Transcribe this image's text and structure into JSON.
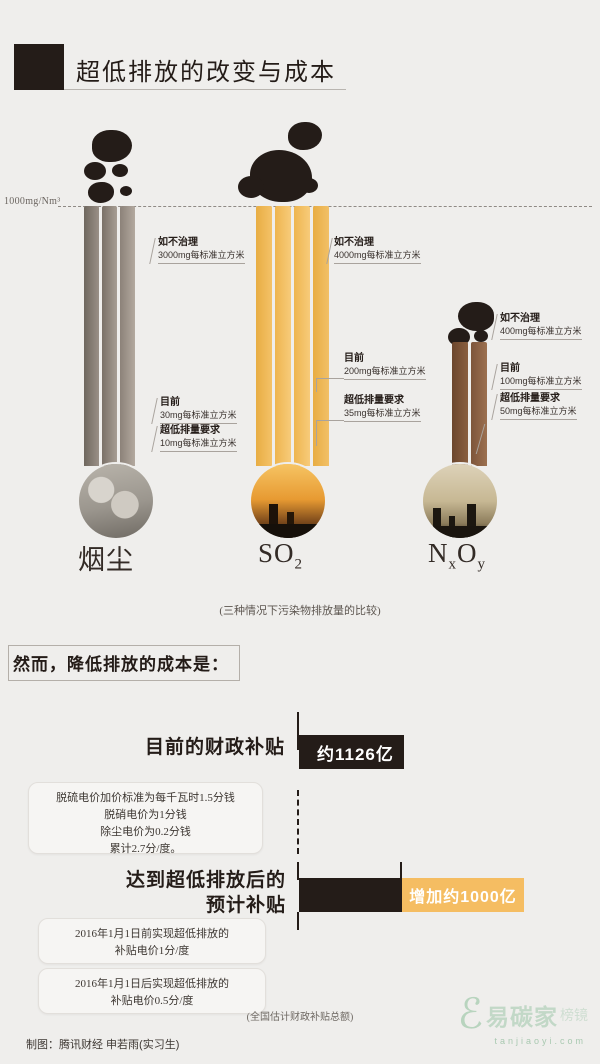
{
  "header": {
    "title": "超低排放的改变与成本"
  },
  "chart_data": {
    "type": "bar",
    "title": "三种情况下污染物排放量的比较",
    "axis_label": "1000mg/Nm³",
    "axis_value": 1000,
    "unit": "mg每标准立方米",
    "categories": [
      "烟尘",
      "SO2",
      "NxOy"
    ],
    "series": [
      {
        "name": "如不治理",
        "values": [
          3000,
          4000,
          400
        ]
      },
      {
        "name": "目前",
        "values": [
          30,
          200,
          100
        ]
      },
      {
        "name": "超低排量要求",
        "values": [
          10,
          35,
          50
        ]
      }
    ],
    "caption": "(三种情况下污染物排放量的比较)",
    "legend_position": "inline-annotations",
    "grid": false
  },
  "pollutants": [
    {
      "name": "烟尘",
      "name_sub": "",
      "untreated_label": "如不治理",
      "untreated_value": "3000mg每标准立方米",
      "current_label": "目前",
      "current_value": "30mg每标准立方米",
      "ultralow_label": "超低排量要求",
      "ultralow_value": "10mg每标准立方米",
      "color": "#8a8076",
      "photo": "smoke-dust-photo"
    },
    {
      "name": "SO",
      "name_sub": "2",
      "untreated_label": "如不治理",
      "untreated_value": "4000mg每标准立方米",
      "current_label": "目前",
      "current_value": "200mg每标准立方米",
      "ultralow_label": "超低排量要求",
      "ultralow_value": "35mg每标准立方米",
      "color": "#f0b955",
      "photo": "so2-chimney-photo"
    },
    {
      "name": "NxOy",
      "name_sub": "",
      "untreated_label": "如不治理",
      "untreated_value": "400mg每标准立方米",
      "current_label": "目前",
      "current_value": "100mg每标准立方米",
      "ultralow_label": "超低排量要求",
      "ultralow_value": "50mg每标准立方米",
      "color": "#7b5338",
      "photo": "nxoy-skyline-photo"
    }
  ],
  "cost_section": {
    "heading": "然而，降低排放的成本是：",
    "current": {
      "label": "目前的财政补贴",
      "value": "约1126亿",
      "note": "脱硫电价加价标准为每千瓦时1.5分钱\n脱硝电价为1分钱\n除尘电价为0.2分钱\n累计2.7分/度。",
      "note_lines": [
        "脱硫电价加价标准为每千瓦时1.5分钱",
        "脱硝电价为1分钱",
        "除尘电价为0.2分钱",
        "累计2.7分/度。"
      ]
    },
    "future": {
      "label_line1": "达到超低排放后的",
      "label_line2": "预计补贴",
      "increase_value": "增加约1000亿",
      "note_lines_1": [
        "2016年1月1日前实现超低排放的",
        "补贴电价1分/度"
      ],
      "note_lines_2": [
        "2016年1月1日后实现超低排放的",
        "补贴电价0.5分/度"
      ]
    },
    "caption": "(全国估计财政补贴总额)"
  },
  "footer": {
    "credit": "制图：腾讯财经 申若雨(实习生)"
  },
  "watermark": {
    "logo": "易碳家",
    "sub": "榜镜",
    "tiny": "tanjiaoyi.com"
  },
  "colors": {
    "background": "#efeeec",
    "ink": "#241c18",
    "accent_orange": "#f5bd62",
    "dust_gray": "#8a8076",
    "nox_brown": "#7b5338"
  }
}
